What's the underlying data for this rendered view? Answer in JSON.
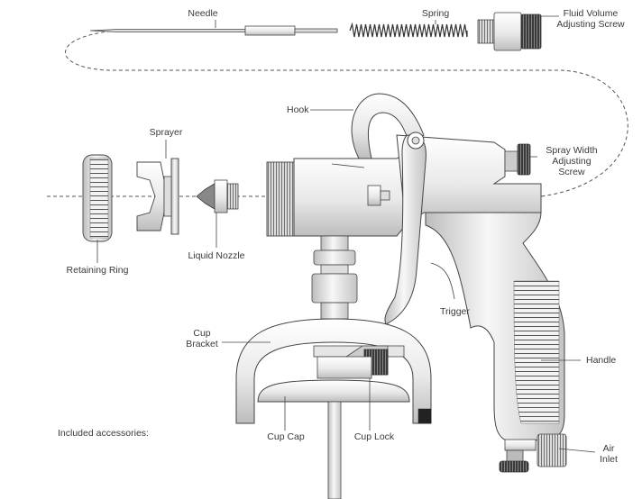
{
  "labels": {
    "needle": "Needle",
    "spring": "Spring",
    "fluid_volume_screw": [
      "Fluid Volume",
      "Adjusting Screw"
    ],
    "hook": "Hook",
    "sprayer": "Sprayer",
    "spray_width_screw": [
      "Spray Width",
      "Adjusting",
      "Screw"
    ],
    "retaining_ring": "Retaining Ring",
    "liquid_nozzle": "Liquid Nozzle",
    "trigger": "Trigger",
    "cup_bracket": [
      "Cup",
      "Bracket"
    ],
    "handle": "Handle",
    "included_accessories": "Included accessories:",
    "cup_cap": "Cup Cap",
    "cup_lock": "Cup Lock",
    "air_inlet": [
      "Air",
      "Inlet"
    ]
  }
}
